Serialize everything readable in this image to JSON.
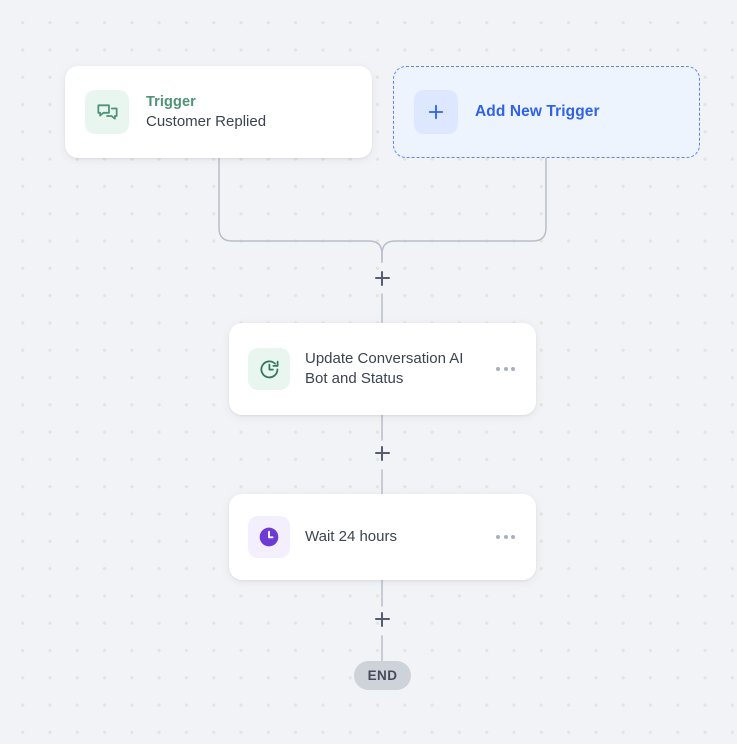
{
  "canvas": {
    "background_color": "#f1f3f6",
    "dot_color": "#e6e4df",
    "connector_color": "#b9bfc9"
  },
  "nodes": {
    "trigger": {
      "icon": "chat-bubbles-icon",
      "kicker": "Trigger",
      "title": "Customer Replied",
      "accent_color": "#4d9375",
      "icon_bg": "#e9f6ef"
    },
    "add_trigger": {
      "icon": "plus-icon",
      "label": "Add New Trigger",
      "accent_color": "#2f62e8",
      "icon_bg": "#dde7fd",
      "border_color": "#5b86ee",
      "fill_color": "#eef4fe"
    },
    "update_conversation": {
      "icon": "clock-rotate-icon",
      "title_line_1": "Update Conversation AI",
      "title_line_2": "Bot and Status",
      "menu": "overflow-menu-icon",
      "accent_color": "#35795c",
      "icon_bg": "#e9f6ef"
    },
    "wait": {
      "icon": "clock-filled-icon",
      "title": "Wait 24 hours",
      "menu": "overflow-menu-icon",
      "accent_color": "#6d3ad6",
      "icon_bg": "#f3effd"
    },
    "end": {
      "label": "END",
      "fill_color": "#ced3da"
    }
  },
  "add_step_handles": [
    {
      "name": "add-step-after-trigger"
    },
    {
      "name": "add-step-after-update-conversation"
    },
    {
      "name": "add-step-after-wait"
    }
  ]
}
